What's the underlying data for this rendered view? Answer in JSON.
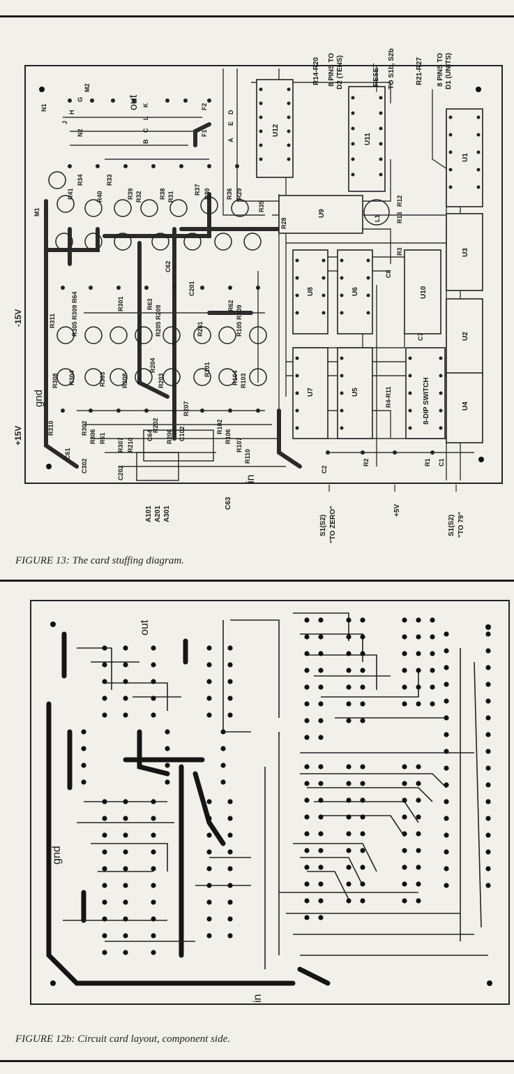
{
  "figure13": {
    "caption": "FIGURE 13: The card stuffing diagram.",
    "top_labels": {
      "r14_r20": "R14-R20",
      "pins_tens_1": "8 PINS TO",
      "pins_tens_2": "D2 (TENS)",
      "reset": "RESET",
      "to_s1b": "TO S1b, S2b",
      "r21_r27": "R21-R27",
      "pins_units_1": "8 PINS TO",
      "pins_units_2": "D1 (UNITS)"
    },
    "left_labels": {
      "minus15": "-15V",
      "gnd": "gnd",
      "plus15": "+15V"
    },
    "bottom_labels": {
      "a_labels": [
        "A101",
        "A201",
        "A301"
      ],
      "c63": "C63",
      "in": "in",
      "s1_zero_1": "S1(S2)",
      "s1_zero_2": "\"TO ZERO\"",
      "plus5": "+5V",
      "s1_79_1": "S1(S2)",
      "s1_79_2": "\"TO 79\""
    },
    "out": "out",
    "ics": [
      {
        "name": "U12"
      },
      {
        "name": "U11"
      },
      {
        "name": "U1"
      },
      {
        "name": "U9"
      },
      {
        "name": "U3"
      },
      {
        "name": "U8"
      },
      {
        "name": "U6"
      },
      {
        "name": "U10"
      },
      {
        "name": "U2"
      },
      {
        "name": "U7"
      },
      {
        "name": "U5"
      },
      {
        "name": "8-DIP SWITCH"
      },
      {
        "name": "U4"
      }
    ],
    "small_labels": [
      {
        "t": "N1"
      },
      {
        "t": "M2"
      },
      {
        "t": "G"
      },
      {
        "t": "H"
      },
      {
        "t": "J"
      },
      {
        "t": "N2"
      },
      {
        "t": "K"
      },
      {
        "t": "L"
      },
      {
        "t": "C"
      },
      {
        "t": "B"
      },
      {
        "t": "F2"
      },
      {
        "t": "F1"
      },
      {
        "t": "D"
      },
      {
        "t": "E"
      },
      {
        "t": "A"
      },
      {
        "t": "M1"
      },
      {
        "t": "R41"
      },
      {
        "t": "R34"
      },
      {
        "t": "R33"
      },
      {
        "t": "R40"
      },
      {
        "t": "R39"
      },
      {
        "t": "R32"
      },
      {
        "t": "R38"
      },
      {
        "t": "R31"
      },
      {
        "t": "R37"
      },
      {
        "t": "R30"
      },
      {
        "t": "R36"
      },
      {
        "t": "R29"
      },
      {
        "t": "R35"
      },
      {
        "t": "R28"
      },
      {
        "t": "R12"
      },
      {
        "t": "R13"
      },
      {
        "t": "R3"
      },
      {
        "t": "L1"
      },
      {
        "t": "C8"
      },
      {
        "t": "C7"
      },
      {
        "t": "R4-R11"
      },
      {
        "t": "C62"
      },
      {
        "t": "C201"
      },
      {
        "t": "R64"
      },
      {
        "t": "R63"
      },
      {
        "t": "R62"
      },
      {
        "t": "R311"
      },
      {
        "t": "R309"
      },
      {
        "t": "R305"
      },
      {
        "t": "R301"
      },
      {
        "t": "R209"
      },
      {
        "t": "R205"
      },
      {
        "t": "R201"
      },
      {
        "t": "R109"
      },
      {
        "t": "R105"
      },
      {
        "t": "R101"
      },
      {
        "t": "R308"
      },
      {
        "t": "R304"
      },
      {
        "t": "R303"
      },
      {
        "t": "R208"
      },
      {
        "t": "R204"
      },
      {
        "t": "R203"
      },
      {
        "t": "R104"
      },
      {
        "t": "R103"
      },
      {
        "t": "R310"
      },
      {
        "t": "R302"
      },
      {
        "t": "R306"
      },
      {
        "t": "R61"
      },
      {
        "t": "R307"
      },
      {
        "t": "R210"
      },
      {
        "t": "R202"
      },
      {
        "t": "R206"
      },
      {
        "t": "R207"
      },
      {
        "t": "R102"
      },
      {
        "t": "R106"
      },
      {
        "t": "R107"
      },
      {
        "t": "R110"
      },
      {
        "t": "C61"
      },
      {
        "t": "C302"
      },
      {
        "t": "C202"
      },
      {
        "t": "C64"
      },
      {
        "t": "C102"
      },
      {
        "t": "C2"
      },
      {
        "t": "R2"
      },
      {
        "t": "R1"
      },
      {
        "t": "C1"
      }
    ]
  },
  "figure12b": {
    "caption": "FIGURE 12b: Circuit card layout, component side.",
    "gnd": "gnd",
    "in": "in",
    "out": "out"
  }
}
